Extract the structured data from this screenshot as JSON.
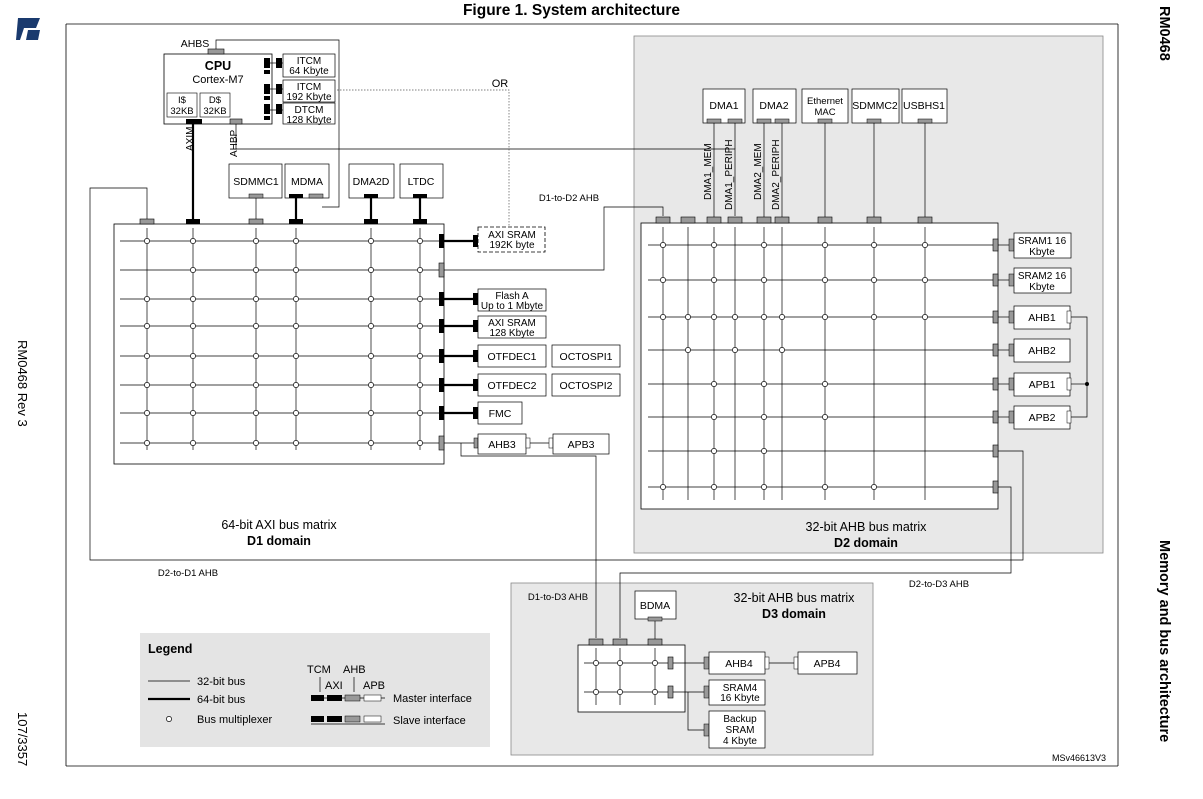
{
  "figure_title": "Figure 1. System architecture",
  "doc_ref_top": "RM0468",
  "doc_ref_rev": "RM0468 Rev 3",
  "page_number": "107/3357",
  "section_title": "Memory and bus architecture",
  "logo_text": "ST",
  "diagram_id": "MSv46613V3",
  "cpu": {
    "title": "CPU",
    "core": "Cortex-M7",
    "icache": [
      "I$",
      "32KB"
    ],
    "dcache": [
      "D$",
      "32KB"
    ],
    "ahbs": "AHBS",
    "axim": "AXIM",
    "ahbp": "AHBP"
  },
  "tcm": {
    "itcm1": [
      "ITCM",
      "64 Kbyte"
    ],
    "itcm2": [
      "ITCM",
      "192 Kbyte"
    ],
    "dtcm": [
      "DTCM",
      "128 Kbyte"
    ],
    "or_label": "OR"
  },
  "d1_masters": [
    "SDMMC1",
    "MDMA",
    "DMA2D",
    "LTDC"
  ],
  "d1_slaves": {
    "axi_sram_opt": [
      "AXI SRAM",
      "192K byte"
    ],
    "flash": [
      "Flash A",
      "Up to 1 Mbyte"
    ],
    "axi_sram": [
      "AXI SRAM",
      "128 Kbyte"
    ],
    "otfdec1": "OTFDEC1",
    "octospi1": "OCTOSPI1",
    "otfdec2": "OTFDEC2",
    "octospi2": "OCTOSPI2",
    "fmc": "FMC",
    "ahb3": "AHB3",
    "apb3": "APB3"
  },
  "d1_matrix": {
    "name": "64-bit AXI bus matrix",
    "domain": "D1 domain"
  },
  "d2_masters": [
    "DMA1",
    "DMA2",
    "Ethernet MAC",
    "SDMMC2",
    "USBHS1"
  ],
  "d2_rot_labels": [
    "DMA1_MEM",
    "DMA1_PERIPH",
    "DMA2_MEM",
    "DMA2_PERIPH"
  ],
  "d2_slaves": {
    "sram1": [
      "SRAM1 16",
      "Kbyte"
    ],
    "sram2": [
      "SRAM2 16",
      "Kbyte"
    ],
    "ahb1": "AHB1",
    "ahb2": "AHB2",
    "apb1": "APB1",
    "apb2": "APB2"
  },
  "d2_matrix": {
    "name": "32-bit AHB bus matrix",
    "domain": "D2 domain"
  },
  "bus_links": {
    "d1_to_d2": "D1-to-D2 AHB",
    "d2_to_d1": "D2-to-D1 AHB",
    "d1_to_d3": "D1-to-D3 AHB",
    "d2_to_d3": "D2-to-D3 AHB"
  },
  "d3": {
    "matrix": "32-bit AHB bus matrix",
    "domain": "D3 domain",
    "bdma": "BDMA",
    "ahb4": "AHB4",
    "apb4": "APB4",
    "sram4": [
      "SRAM4",
      "16 Kbyte"
    ],
    "backup_sram": [
      "Backup",
      "SRAM",
      "4 Kbyte"
    ]
  },
  "legend": {
    "title": "Legend",
    "bus32": "32-bit bus",
    "bus64": "64-bit bus",
    "mux": "Bus multiplexer",
    "tcm": "TCM",
    "ahb": "AHB",
    "axi": "AXI",
    "apb": "APB",
    "master": "Master interface",
    "slave": "Slave interface"
  }
}
